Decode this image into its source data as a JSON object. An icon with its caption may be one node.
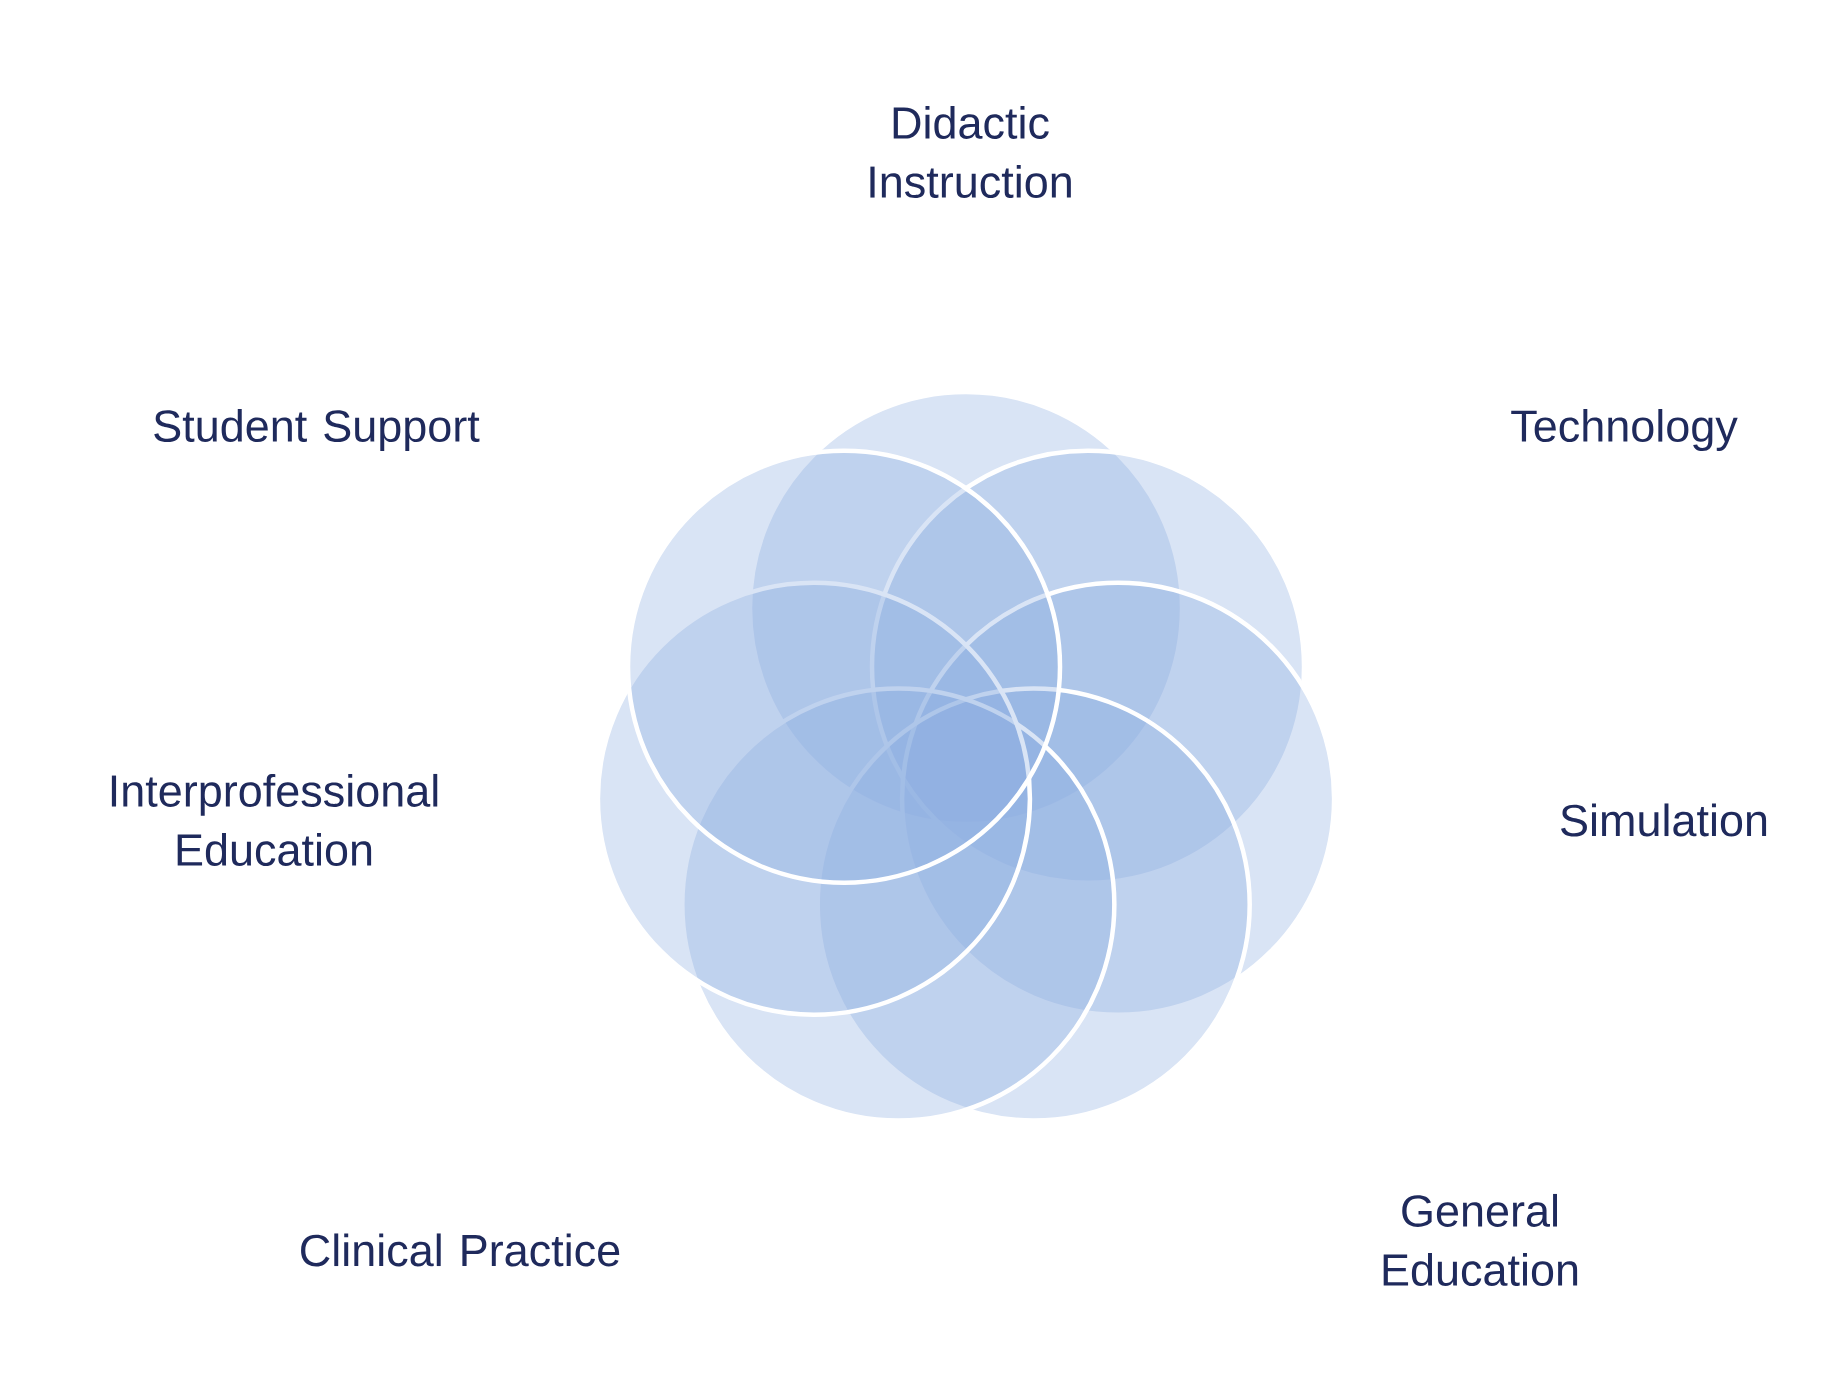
{
  "diagram": {
    "nodes": [
      {
        "text": [],
        "shape": "circle"
      },
      {
        "text": [],
        "shape": "circle"
      },
      {
        "text": [],
        "shape": "circle"
      },
      {
        "text": [],
        "shape": "circle"
      },
      {
        "text": [],
        "shape": "circle"
      },
      {
        "text": [],
        "shape": "circle"
      },
      {
        "text": [],
        "shape": "circle"
      }
    ],
    "labels": [
      "Didactic Instruction",
      "Student Support",
      "Technology",
      "Interprofessional Education",
      "Simulation",
      "Clinical Practice",
      "General Education"
    ]
  }
}
